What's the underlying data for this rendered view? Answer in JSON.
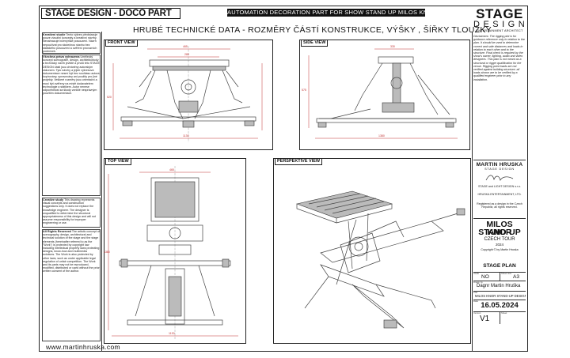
{
  "header": {
    "left_title": "STAGE DESIGN - DOCO PART",
    "center_banner": "AUTOMATION DECORATION PART FOR SHOW STAND UP MILOS KNOR",
    "main_title": "HRUBÉ TECHNICKÉ DATA - ROZMĚRY ČÁSTÍ KONSTRUKCE, VÝŠKY , ŠÍŘKY TLOUŽKY"
  },
  "logo": {
    "line1": "STAGE",
    "line2": "DESIGN",
    "line3": "ENTERTAINMENT ARCHITECT"
  },
  "views": {
    "front": "FRONT VIEW",
    "side": "SIDE VIEW",
    "top": "TOP VIEW",
    "perspective": "PERSPEKTIVE VIEW"
  },
  "left_notes": [
    {
      "heading": "Kreativní studie",
      "text": "Tento výkres představuje pouze vizuální koncepty a kreativní návrhy. Nenahrazuje inženýrské posouzení. Návrh nepoužívat pro skutečnou stavbu bez statického posouzení a ověření provozních podmínek."
    },
    {
      "heading": "Všechna práva vyhrazena",
      "text": "Umělecký koncept scénografie, design, architektonický a technický návrh jeviště a prvků této STAGE DESIGN části jsou chráněny autorským zákonem. Tyto návrhy a jejich výkresová dokumentace nesmí být bez souhlasu autora kopírovány, upravovány ani použity pro jiné projekty. Veškeré rozměry jsou orientační a musí být ověřeny na místě dodavatelem technologie a statikem. Autor nenese odpovědnost za škody vzniklé nesprávným použitím dokumentace."
    },
    {
      "heading": "Creative study",
      "text": "This drawing represents visual concepts and construction suggestions only. It does not replace the knowledge engineer. The designer is unqualified to determine the structural appropriateness of this design and will not assume responsibility for improper engineering or use."
    },
    {
      "heading": "All Rights Reserved",
      "text": "The artistic concept of scenography, design, architectural and technical solution of the stage and the stage elements (hereinafter referred to as the \"Work\") is protected by copyright law including intellectual property laws protecting designs, know-how and multimedia solutions. The Work is also protected by other laws, such as under applicable legal regulation of unfair competition. The Work and its parts may not be reproduced, modified, distributed or used without the prior written consent of the author."
    }
  ],
  "right_notes": {
    "text": "Disclaimers: The rigging plot is for guidance reference only in relation to the plan. It should be used to determine correct and safe distances and loads in relation to each other and to the structure. Final check is required by the show's owner, lighting, audio and video designers. This plan is not meant as a structural or rigger qualification for the venue. Rigging point loads are not verified against building structure; all loads shown are to be verified by a qualified engineer prior to any installation."
  },
  "credits": {
    "designer_name": "MARTIN HRUSKA",
    "designer_sub": "STAGE DESIGN",
    "address1": "STAGE and LIGHT DESIGN s.r.o.",
    "address2": "HRUSKA ENTERTAINMENT, LTD.",
    "copyright": "Registered as a design in the Czech Republic; all rights reserved."
  },
  "show": {
    "line1": "MILOS KNOR",
    "line2": "STAND-UP",
    "tour": "CZECH TOUR",
    "year": "2024",
    "copyright": "Copyright © by Martin Hruska",
    "plan": "STAGE PLAN"
  },
  "title_block": {
    "scale_label": "Scale",
    "scale_value": "NO",
    "size_label": "Sheet size",
    "size_value": "A3",
    "drawn_label": "Drawn by",
    "drawn_value": "Dagnr Martin Hruška",
    "title_label": "Title",
    "title_value": "MILOS KNOR STAND-UP DESIGN",
    "date_label": "Date",
    "date_value": "16.05.2024",
    "version_label": "Version",
    "version_value": "V1",
    "sheet_label": "Sheet",
    "sheet_value": ""
  },
  "footer_url": "www.martinhruska.com",
  "colors": {
    "dimension": "#c03030",
    "line": "#222222",
    "banner": "#111111"
  }
}
